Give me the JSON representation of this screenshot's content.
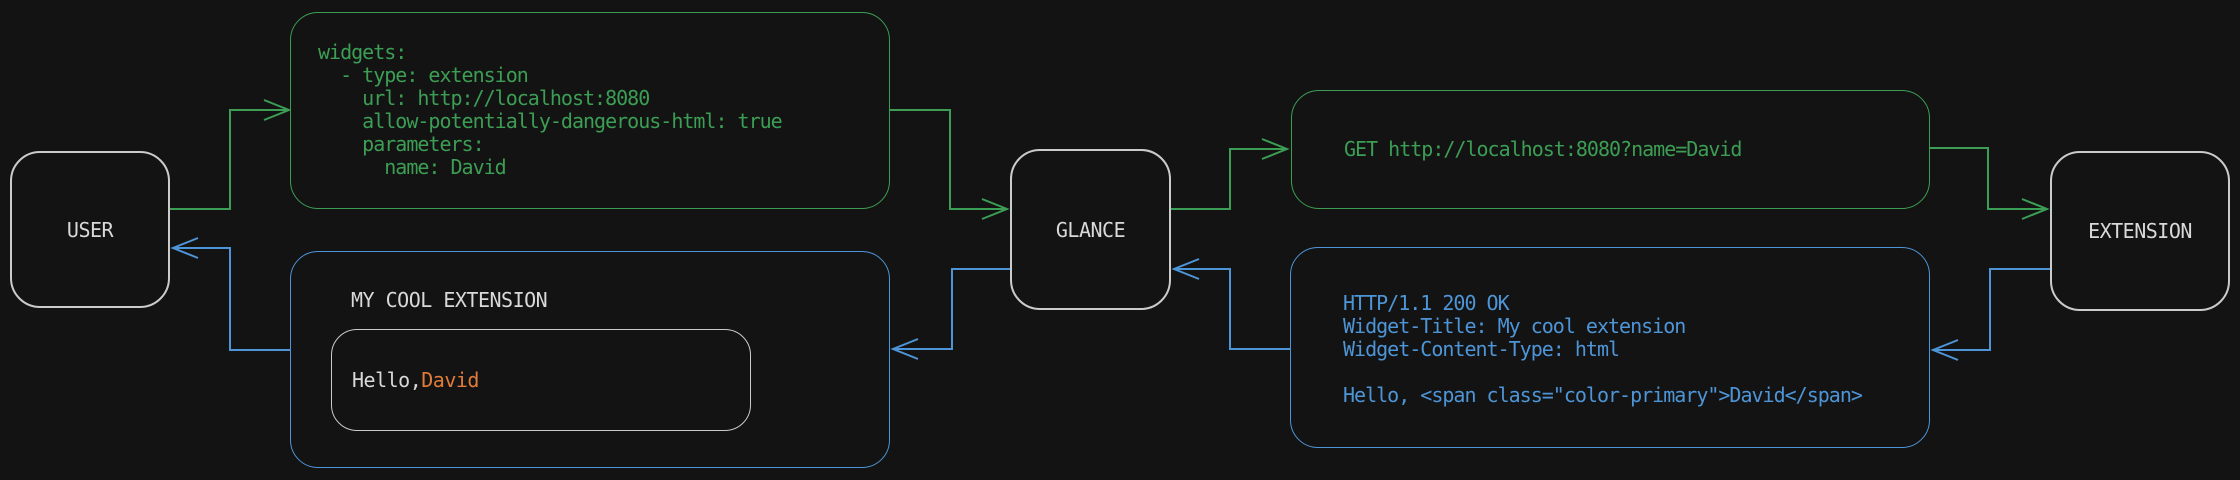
{
  "colors": {
    "background": "#131313",
    "green_accent": "#3C9E54",
    "blue_accent": "#4E95D7",
    "gray_border": "#CBCBCB",
    "light_text": "#D9D9D9",
    "orange_accent": "#E07B39"
  },
  "nodes": {
    "user": {
      "label": "USER"
    },
    "glance": {
      "label": "GLANCE"
    },
    "extension": {
      "label": "EXTENSION"
    }
  },
  "config_box": {
    "code": "widgets:\n  - type: extension\n    url: http://localhost:8080\n    allow-potentially-dangerous-html: true\n    parameters:\n      name: David"
  },
  "request_box": {
    "code": "GET http://localhost:8080?name=David"
  },
  "response_box": {
    "code": "HTTP/1.1 200 OK\nWidget-Title: My cool extension\nWidget-Content-Type: html\n\nHello, <span class=\"color-primary\">David</span>"
  },
  "widget_box": {
    "title": "MY COOL EXTENSION",
    "greeting_prefix": "Hello, ",
    "greeting_name": "David"
  }
}
